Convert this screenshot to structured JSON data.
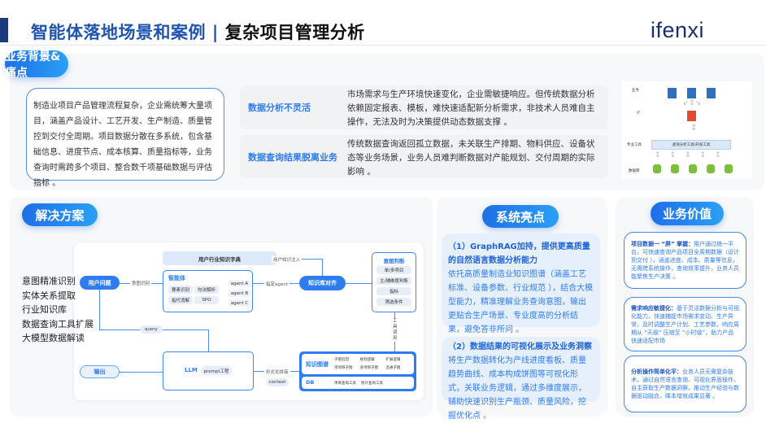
{
  "header": {
    "title_part1": "智能体落地场景和案例 | ",
    "title_part2": "复杂项目管理分析",
    "logo": "ifenxi"
  },
  "background": {
    "pill": "业务背景&痛点",
    "description": "制造业项目产品管理流程复杂，企业需统筹大量项目，涵盖产品设计、工艺开发、生产制造、质量管控到交付全周期。项目数据分散在多系统，包含基础信息、进度节点、成本核算、质量指标等，业务查询时需跨多个项目、整合数千项基础数据与评估指标 。",
    "pain_points": [
      {
        "label": "数据分析不灵活",
        "text": "市场需求与生产环境快速变化，企业需敏捷响应。但传统数据分析依赖固定报表、模板，难快速适配新分析需求，非技术人员难自主操作，无法及时为决策提供动态数据支撑 。"
      },
      {
        "label": "数据查询结果脱离业务",
        "text": "传统数据查询返回孤立数据，未关联生产排期、物料供应、设备状态等业务场景，业务人员难判断数据对产能规划、交付周期的实际影响 。"
      }
    ],
    "diagram": {
      "rows": [
        "业务",
        "IT",
        "专业工具",
        "数据库"
      ],
      "tool_bar": "查询分析工具/开发工具"
    }
  },
  "solution": {
    "pill": "解决方案",
    "features": [
      "意图精准识别",
      "实体关系提取",
      "行业知识库",
      "数据查询工具扩展",
      "大模型数据解读"
    ],
    "flow": {
      "dict": "用户行业知识字典",
      "user_question": "用户问题",
      "intent_recog": "意图识别",
      "agent_box": "智能体",
      "agent_chips": [
        "要素识别",
        "句法解析",
        "指代消解",
        "SPO"
      ],
      "agents": [
        "agent A",
        "agent B",
        "agent C"
      ],
      "knowledge_inject": "用户知识注入",
      "assign_agent": "指定agent",
      "kb_align": "知识库对齐",
      "intent_judge": "意图判断",
      "intent_items": [
        "单/多项目",
        "主/辅维度判断",
        "指标",
        "筛选条件"
      ],
      "tool_call": "工具调用",
      "query": "query",
      "llm": "LLM",
      "prompt": "prompt工程",
      "output": "输出",
      "formal_join": "形式化拼接",
      "context": "context",
      "kg": "知识图谱",
      "kg_items": [
        "子图召回",
        "规划逻辑",
        "扩展逻辑",
        "单项目子图",
        "多项目子图",
        "连通子图"
      ],
      "db": "DB",
      "db_items": [
        "项目查询工具",
        "统计查询工具"
      ]
    }
  },
  "highlights": {
    "pill": "系统亮点",
    "items": [
      {
        "title": "（1）GraphRAG加持，提供更高质量的自然语言数据分析能力",
        "text": "依托高质量制造业知识图谱（涵盖工艺标准、设备参数、行业规范 ），结合大模型能力，精准理解业务查询意图，输出更贴合生产场景、专业度高的分析结果，避免答非所问 。"
      },
      {
        "title": "（2）数据结果的可视化展示及业务洞察",
        "text": "将生产数据转化为产线进度看板、质量趋势曲线、成本构成饼图等可视化形式，关联业务逻辑，通过多维度展示，辅助快速识别生产瓶颈、质量风险，挖掘优化点 。"
      }
    ]
  },
  "value": {
    "pill": "业务价值",
    "items": [
      {
        "title": "项目数据一 “屏” 掌握：",
        "text": "用户通过统一平台，可快速查询产品项目全周期数据（设计到交付 ），涵盖进度、成本、质量等信息，无需跨系统操作，查询效率提升，业务人员能聚焦生产决策 。"
      },
      {
        "title": "需求响应敏捷化：",
        "text": "基于灵活数据分析与可视化能力，快速捕捉市场需求变动、生产异常，及时调整生产计划、工艺参数，响应周期从 “天级” 压缩至 “小时级”，助力产品快速适配市场"
      },
      {
        "title": "分析操作简单化平：",
        "text": "业务人员无需复杂技术，通过自然语言查询、可视化界面操作，自主获取生产数据洞察，推动生产经验与数据驱动融合，降本增效成果显著 。"
      }
    ]
  }
}
